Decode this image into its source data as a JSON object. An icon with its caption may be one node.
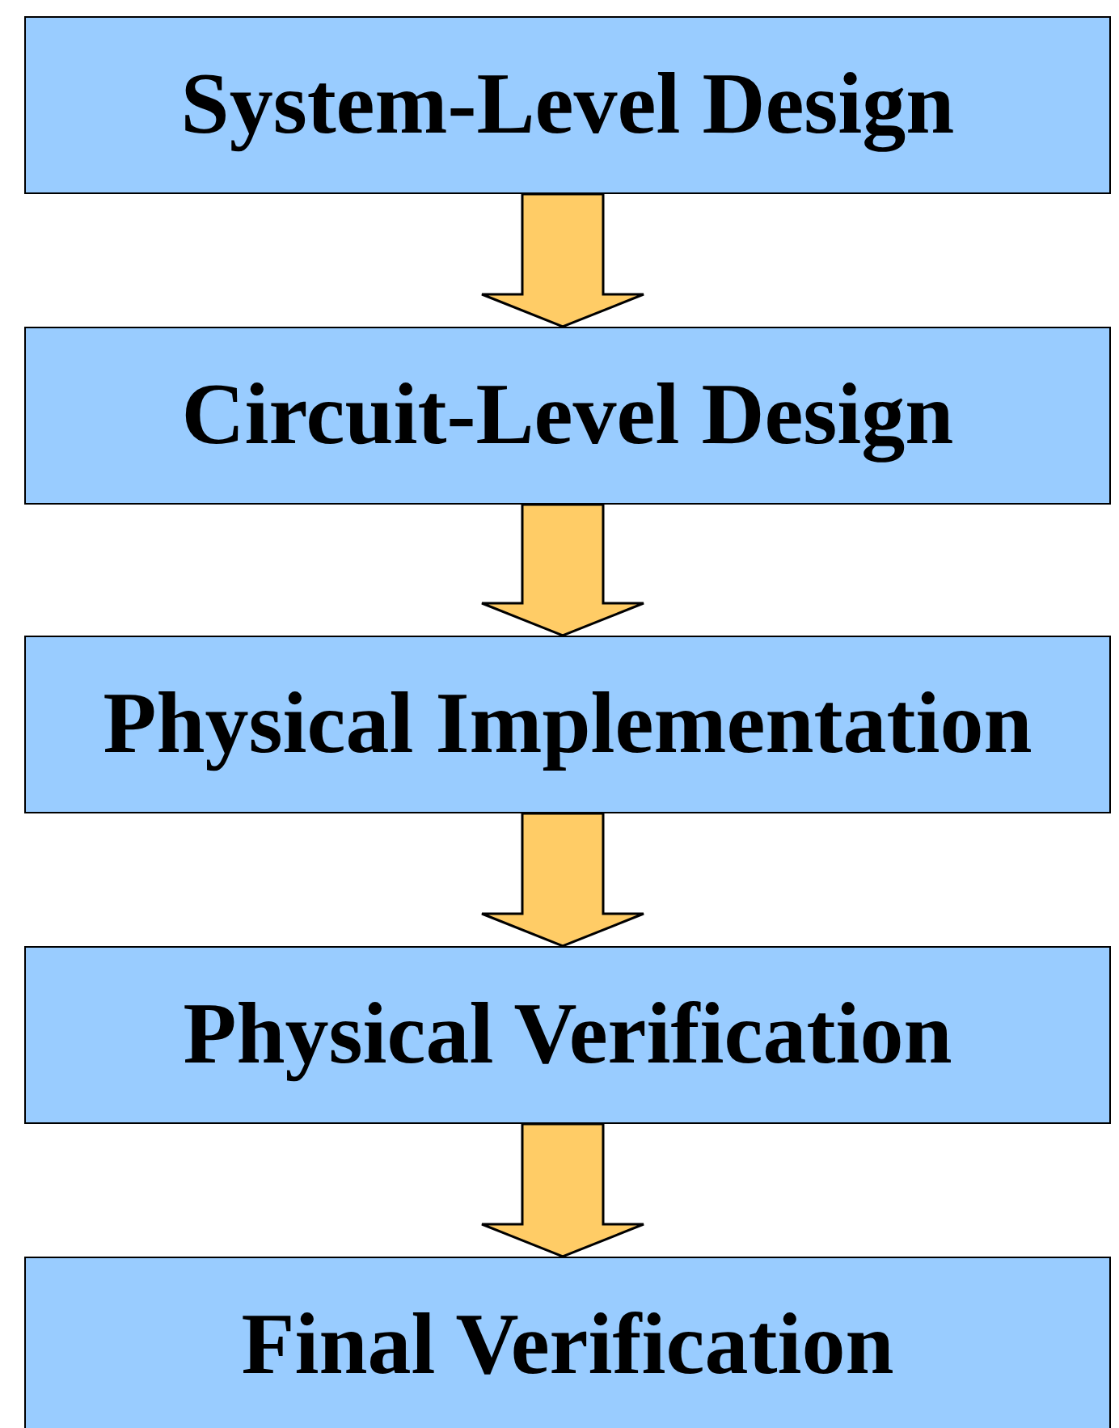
{
  "diagram": {
    "nodes": [
      {
        "text": [
          "System-Level Design"
        ]
      },
      {
        "text": [
          "Circuit-Level Design"
        ]
      },
      {
        "text": [
          "Physical Implementation"
        ]
      },
      {
        "text": [
          "Physical Verification"
        ]
      },
      {
        "text": [
          "Final Verification"
        ]
      }
    ],
    "edges": [
      {
        "from": 0,
        "to": 1,
        "arrow": "to"
      },
      {
        "from": 1,
        "to": 2,
        "arrow": "to"
      },
      {
        "from": 2,
        "to": 3,
        "arrow": "to"
      },
      {
        "from": 3,
        "to": 4,
        "arrow": "to"
      }
    ]
  }
}
